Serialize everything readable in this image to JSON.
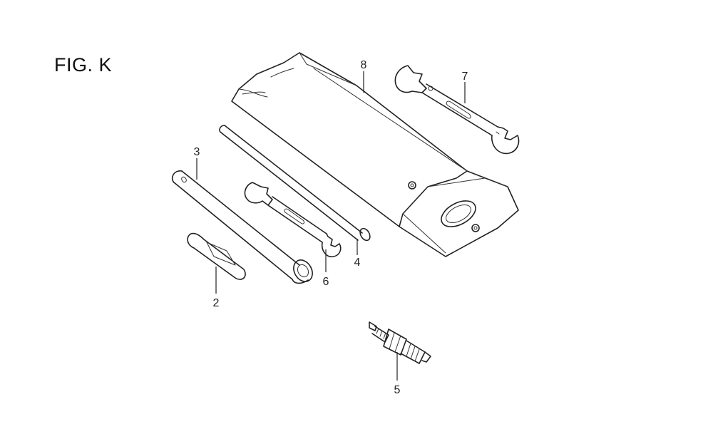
{
  "figure": {
    "title": "FIG. K"
  },
  "parts": [
    {
      "id": "2",
      "label": "2",
      "icon": "handle-grip-icon"
    },
    {
      "id": "3",
      "label": "3",
      "icon": "box-wrench-icon"
    },
    {
      "id": "4",
      "label": "4",
      "icon": "bar-icon"
    },
    {
      "id": "5",
      "label": "5",
      "icon": "spark-plug-icon"
    },
    {
      "id": "6",
      "label": "6",
      "icon": "open-end-wrench-icon"
    },
    {
      "id": "7",
      "label": "7",
      "icon": "open-end-wrench-icon"
    },
    {
      "id": "8",
      "label": "8",
      "icon": "tool-bag-icon"
    }
  ]
}
